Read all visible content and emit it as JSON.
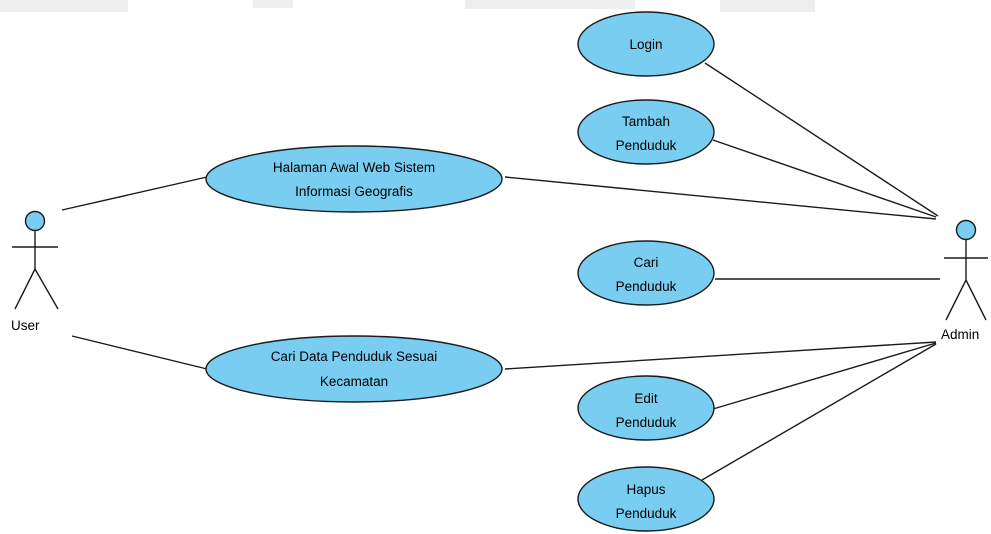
{
  "diagram": {
    "type": "use-case",
    "actors": {
      "user": {
        "label": "User"
      },
      "admin": {
        "label": "Admin"
      }
    },
    "use_cases": {
      "halaman_awal": {
        "line1": "Halaman Awal Web Sistem",
        "line2": "Informasi Geografis"
      },
      "cari_data": {
        "line1": "Cari Data Penduduk Sesuai",
        "line2": "Kecamatan"
      },
      "login": {
        "line1": "Login"
      },
      "tambah": {
        "line1": "Tambah",
        "line2": "Penduduk"
      },
      "cari": {
        "line1": "Cari",
        "line2": "Penduduk"
      },
      "edit": {
        "line1": "Edit",
        "line2": "Penduduk"
      },
      "hapus": {
        "line1": "Hapus",
        "line2": "Penduduk"
      }
    },
    "associations": [
      [
        "user",
        "halaman_awal"
      ],
      [
        "user",
        "cari_data"
      ],
      [
        "admin",
        "login"
      ],
      [
        "admin",
        "tambah"
      ],
      [
        "admin",
        "halaman_awal"
      ],
      [
        "admin",
        "cari"
      ],
      [
        "admin",
        "cari_data"
      ],
      [
        "admin",
        "edit"
      ],
      [
        "admin",
        "hapus"
      ]
    ],
    "colors": {
      "use_case_fill": "#79cdf0",
      "outline": "#1b1b1b",
      "background": "#ffffff"
    }
  }
}
